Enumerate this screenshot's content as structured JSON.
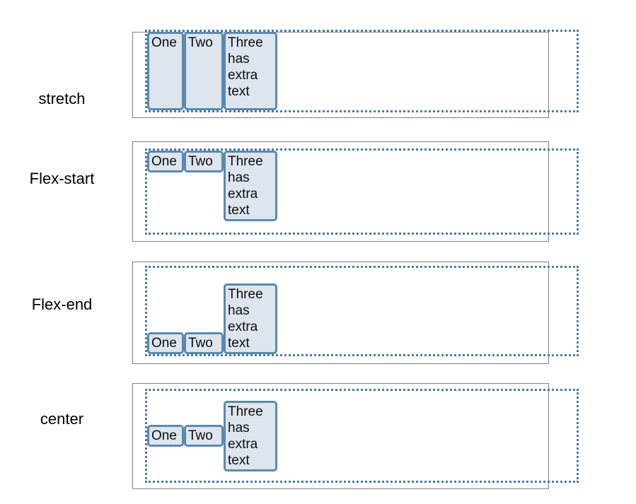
{
  "page": {
    "background": "#ffffff",
    "box_fill": "#dde5ee",
    "box_border": "#5b89ae",
    "container_border": "#4a7ba7",
    "frame_border": "#808080",
    "text_color": "#0d0d0d"
  },
  "rows": [
    {
      "label": "stretch",
      "align": "stretch",
      "items": [
        {
          "text": "One"
        },
        {
          "text": "Two"
        },
        {
          "text": "Three has extra text"
        }
      ]
    },
    {
      "label": "Flex-start",
      "align": "flex-start",
      "items": [
        {
          "text": "One"
        },
        {
          "text": "Two"
        },
        {
          "text": "Three has extra text"
        }
      ]
    },
    {
      "label": "Flex-end",
      "align": "flex-end",
      "items": [
        {
          "text": "One"
        },
        {
          "text": "Two"
        },
        {
          "text": "Three has extra text"
        }
      ]
    },
    {
      "label": "center",
      "align": "center",
      "items": [
        {
          "text": "One"
        },
        {
          "text": "Two"
        },
        {
          "text": "Three has extra text"
        }
      ]
    }
  ]
}
